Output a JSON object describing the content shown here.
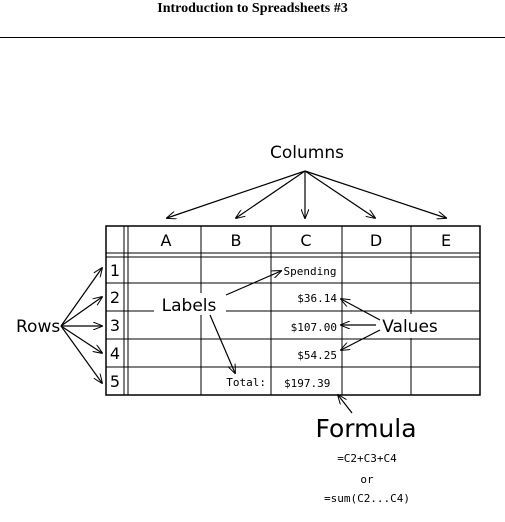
{
  "page": {
    "title": "Introduction to Spreadsheets #3"
  },
  "labels": {
    "columns": "Columns",
    "rows": "Rows",
    "labels": "Labels",
    "values": "Values",
    "formula": "Formula"
  },
  "grid": {
    "column_headers": [
      "A",
      "B",
      "C",
      "D",
      "E"
    ],
    "row_headers": [
      "1",
      "2",
      "3",
      "4",
      "5"
    ],
    "cells": {
      "c1": "Spending",
      "c2": "$36.14",
      "c3": "$107.00",
      "c4": "$54.25",
      "b5": "Total:",
      "c5": "$197.39"
    }
  },
  "formula_text": {
    "line1": "=C2+C3+C4",
    "line2": "or",
    "line3": "=sum(C2...C4)"
  },
  "colors": {
    "ink": "#000000",
    "background": "#ffffff"
  }
}
